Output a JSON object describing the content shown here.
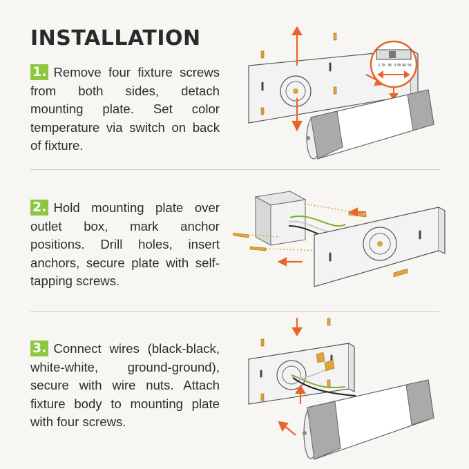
{
  "title": "INSTALLATION",
  "steps": [
    {
      "number": "1.",
      "text": "Remove four fixture screws from both sides, detach mounting plate. Set color temperature via switch on back of fixture."
    },
    {
      "number": "2.",
      "text": "Hold mounting plate over outlet box, mark anchor positions. Drill holes, insert anchors, secure plate with self-tapping screws."
    },
    {
      "number": "3.",
      "text": "Connect wires (black-black, white-white, ground-ground), secure with wire nuts. Attach fixture body to mounting plate with four screws."
    }
  ],
  "color_switch": {
    "labels": [
      "2.7K",
      "3K",
      "3.5K",
      "4K",
      "5K"
    ]
  },
  "colors": {
    "accent_orange": "#e8642a",
    "step_green": "#8dc63f",
    "screw_gold": "#e0a43a"
  }
}
